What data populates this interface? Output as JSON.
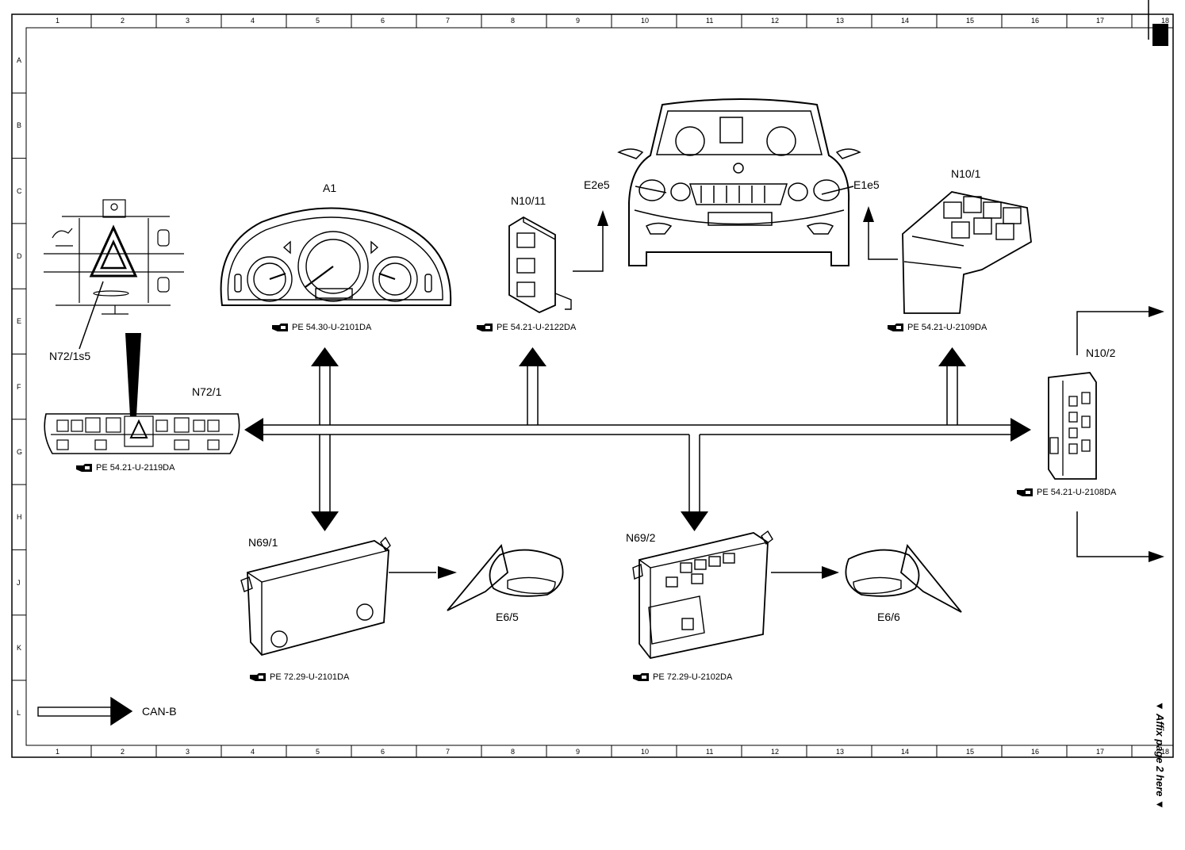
{
  "grid": {
    "columns": [
      "1",
      "2",
      "3",
      "4",
      "5",
      "6",
      "7",
      "8",
      "9",
      "10",
      "11",
      "12",
      "13",
      "14",
      "15",
      "16",
      "17",
      "18"
    ],
    "rows": [
      "A",
      "B",
      "C",
      "D",
      "E",
      "F",
      "G",
      "H",
      "J",
      "K",
      "L"
    ]
  },
  "components": {
    "n72_1s5": {
      "label": "N72/1s5"
    },
    "n72_1": {
      "label": "N72/1",
      "ref": "PE 54.21-U-2119DA"
    },
    "a1": {
      "label": "A1",
      "ref": "PE 54.30-U-2101DA"
    },
    "n10_11": {
      "label": "N10/11",
      "ref": "PE 54.21-U-2122DA"
    },
    "e2e5": {
      "label": "E2e5"
    },
    "e1e5": {
      "label": "E1e5"
    },
    "n10_1": {
      "label": "N10/1",
      "ref": "PE 54.21-U-2109DA"
    },
    "n10_2": {
      "label": "N10/2",
      "ref": "PE 54.21-U-2108DA"
    },
    "n69_1": {
      "label": "N69/1",
      "ref": "PE 72.29-U-2101DA"
    },
    "e6_5": {
      "label": "E6/5"
    },
    "n69_2": {
      "label": "N69/2",
      "ref": "PE 72.29-U-2102DA"
    },
    "e6_6": {
      "label": "E6/6"
    }
  },
  "legend": {
    "label": "CAN-B"
  },
  "margin_note": "▼ Affix page 2 here ▼",
  "colors": {
    "ink": "#000000",
    "paper": "#ffffff"
  }
}
